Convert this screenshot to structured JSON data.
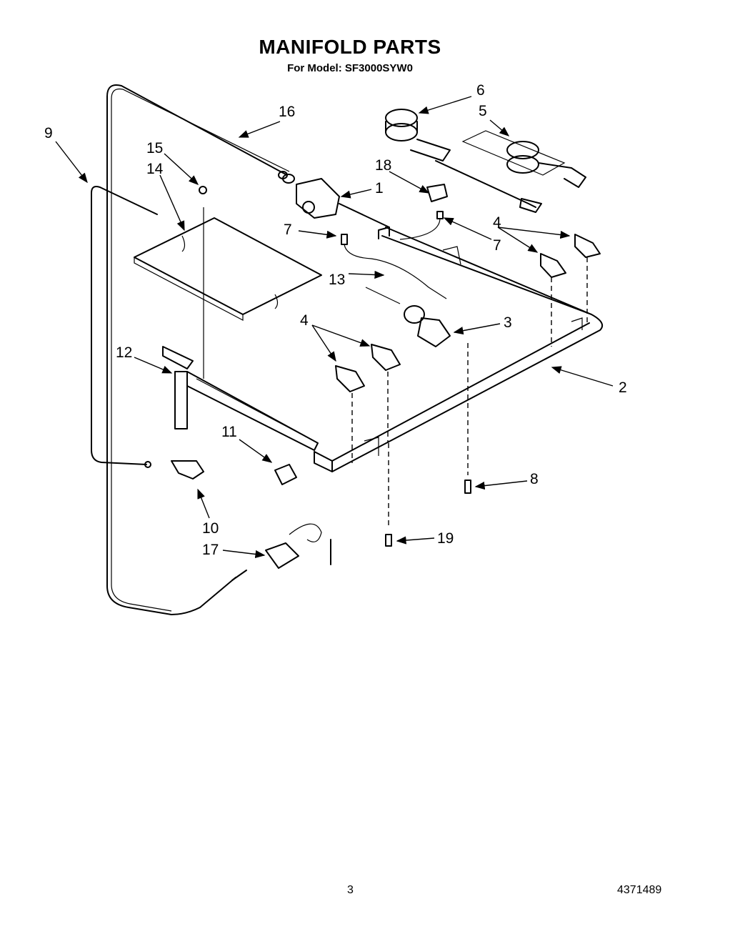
{
  "header": {
    "title": "MANIFOLD PARTS",
    "subtitle": "For Model: SF3000SYW0"
  },
  "callouts": [
    "1",
    "2",
    "3",
    "4",
    "4",
    "5",
    "6",
    "7",
    "7",
    "8",
    "9",
    "10",
    "11",
    "12",
    "13",
    "14",
    "15",
    "16",
    "17",
    "18",
    "19"
  ],
  "footer": {
    "page_number": "3",
    "doc_number": "4371489"
  }
}
